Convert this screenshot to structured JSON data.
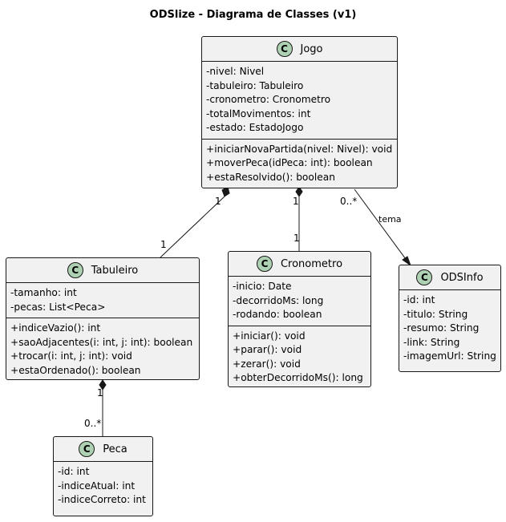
{
  "title": "ODSlize - Diagrama de Classes (v1)",
  "theme": {
    "class_fill": "#F1F1F1",
    "badge_fill": "#ADD1B2",
    "stroke": "#181818"
  },
  "classes": {
    "jogo": {
      "name": "Jogo",
      "stereotype": "C",
      "attributes": [
        "-nivel: Nivel",
        "-tabuleiro: Tabuleiro",
        "-cronometro: Cronometro",
        "-totalMovimentos: int",
        "-estado: EstadoJogo"
      ],
      "methods": [
        "+iniciarNovaPartida(nivel: Nivel): void",
        "+moverPeca(idPeca: int): boolean",
        "+estaResolvido(): boolean"
      ]
    },
    "tabuleiro": {
      "name": "Tabuleiro",
      "stereotype": "C",
      "attributes": [
        "-tamanho: int",
        "-pecas: List<Peca>"
      ],
      "methods": [
        "+indiceVazio(): int",
        "+saoAdjacentes(i: int, j: int): boolean",
        "+trocar(i: int, j: int): void",
        "+estaOrdenado(): boolean"
      ]
    },
    "cronometro": {
      "name": "Cronometro",
      "stereotype": "C",
      "attributes": [
        "-inicio: Date",
        "-decorridoMs: long",
        "-rodando: boolean"
      ],
      "methods": [
        "+iniciar(): void",
        "+parar(): void",
        "+zerar(): void",
        "+obterDecorridoMs(): long"
      ]
    },
    "odsinfo": {
      "name": "ODSInfo",
      "stereotype": "C",
      "attributes": [
        "-id: int",
        "-titulo: String",
        "-resumo: String",
        "-link: String",
        "-imagemUrl: String"
      ],
      "methods": []
    },
    "peca": {
      "name": "Peca",
      "stereotype": "C",
      "attributes": [
        "-id: int",
        "-indiceAtual: int",
        "-indiceCorreto: int"
      ],
      "methods": []
    }
  },
  "relations": {
    "jogo_tabuleiro": {
      "source_mult": "1",
      "target_mult": "1",
      "kind": "composition"
    },
    "jogo_cronometro": {
      "source_mult": "1",
      "target_mult": "1",
      "kind": "composition"
    },
    "jogo_odsinfo": {
      "source_mult": "0..*",
      "label": "tema",
      "kind": "association"
    },
    "tabuleiro_peca": {
      "source_mult": "1",
      "target_mult": "0..*",
      "kind": "composition"
    }
  }
}
